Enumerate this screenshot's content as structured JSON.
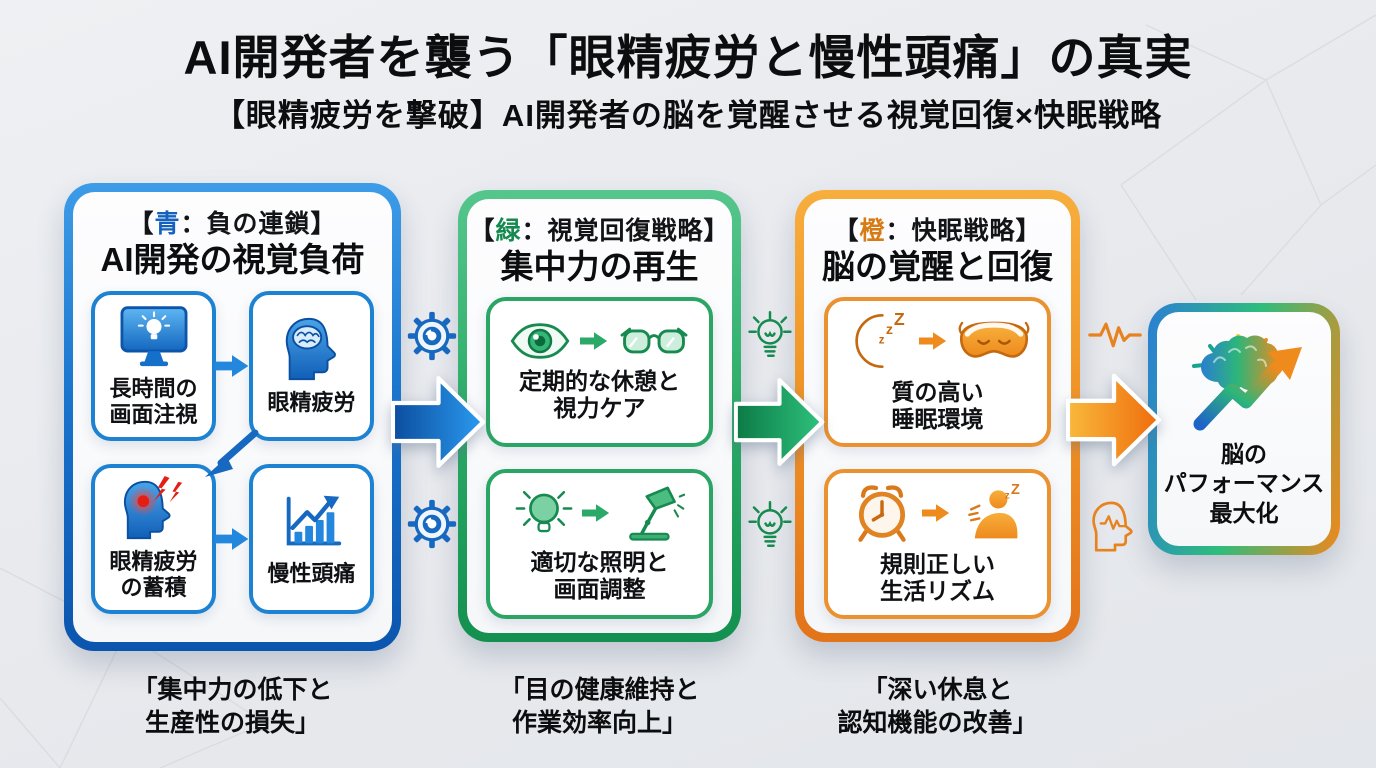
{
  "header": {
    "title": "AI開発者を襲う「眼精疲労と慢性頭痛」の真実",
    "subtitle": "【眼精疲労を撃破】AI開発者の脳を覚醒させる視覚回復×快眠戦略"
  },
  "colors": {
    "blue_accent": "#1565c0",
    "green_accent": "#178a50",
    "orange_accent": "#d9801f",
    "background": "#e9ebee"
  },
  "panels": {
    "blue": {
      "tag_prefix": "【",
      "tag_color_char": "青",
      "tag_suffix": "：負の連鎖】",
      "title": "AI開発の視覚負荷",
      "items": [
        {
          "icon": "monitor-lightbulb-icon",
          "label": "長時間の\n画面注視"
        },
        {
          "icon": "head-brain-icon",
          "label": "眼精疲労"
        },
        {
          "icon": "head-pain-icon",
          "label": "眼精疲労\nの蓄積"
        },
        {
          "icon": "rising-chart-icon",
          "label": "慢性頭痛"
        }
      ],
      "caption": "「集中力の低下と\n生産性の損失」"
    },
    "green": {
      "tag_prefix": "【",
      "tag_color_char": "緑",
      "tag_suffix": "：視覚回復戦略】",
      "title": "集中力の再生",
      "items": [
        {
          "icon_from": "eye-icon",
          "icon_to": "glasses-icon",
          "label": "定期的な休憩と\n視力ケア"
        },
        {
          "icon_from": "lightbulb-icon",
          "icon_to": "desk-lamp-icon",
          "label": "適切な照明と\n画面調整"
        }
      ],
      "caption": "「目の健康維持と\n作業効率向上」"
    },
    "orange": {
      "tag_prefix": "【",
      "tag_color_char": "橙",
      "tag_suffix": "：快眠戦略】",
      "title": "脳の覚醒と回復",
      "items": [
        {
          "icon_from": "crescent-moon-icon",
          "icon_to": "sleep-mask-icon",
          "label": "質の高い\n睡眠環境"
        },
        {
          "icon_from": "alarm-clock-icon",
          "icon_to": "sleeping-person-icon",
          "label": "規則正しい\n生活リズム"
        }
      ],
      "caption": "「深い休息と\n認知機能の改善」"
    },
    "result": {
      "icon": "brain-growth-icon",
      "label": "脳の\nパフォーマンス\n最大化"
    }
  },
  "connectors": {
    "blue_to_green": {
      "arrow": "blue-flow-arrow",
      "icons": [
        "gear-icon",
        "gear-icon"
      ]
    },
    "green_to_orange": {
      "arrow": "green-flow-arrow",
      "icons": [
        "bulb-outline-icon",
        "bulb-outline-icon"
      ]
    },
    "orange_to_result": {
      "arrow": "orange-flow-arrow",
      "icons": [
        "pulse-icon",
        "head-pulse-icon"
      ]
    }
  }
}
